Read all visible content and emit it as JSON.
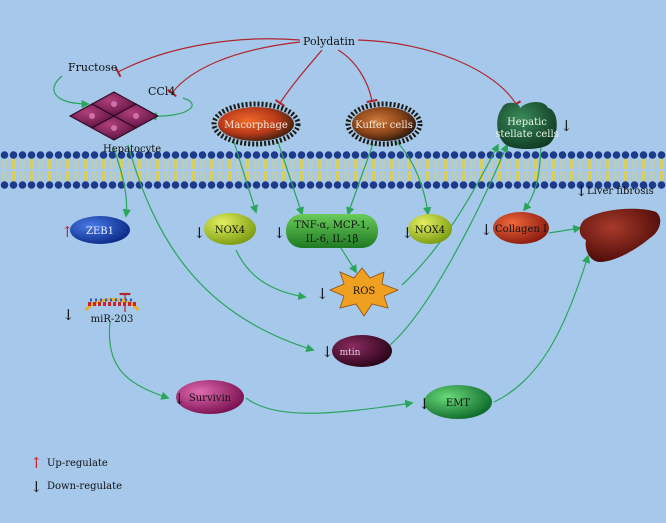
{
  "labels": {
    "polydatin": "Polydatin",
    "fructose": "Fructose",
    "ccl4": "CCl4",
    "hepatocyte": "Hepatocyte",
    "macrophage": "Macorphage",
    "kupffer": "Kuffer cells",
    "hsc_line1": "Hepatic",
    "hsc_line2": "stellate cells",
    "zeb1": "ZEB1",
    "mir203": "miR-203",
    "nox4_left": "NOX4",
    "cytokines_line1": "TNF-α, MCP-1,",
    "cytokines_line2": "IL-6, IL-1β",
    "nox4_right": "NOX4",
    "collagen": "Collagen I",
    "liver_fibrosis": "Liver fibrosis",
    "ros": "ROS",
    "mmp": "mtin",
    "survivin": "Survivin",
    "emt": "EMT"
  },
  "legend": {
    "up": "Up-regulate",
    "down": "Down-regulate"
  },
  "arrow_glyphs": {
    "up": "↑",
    "down": "↓"
  },
  "colors": {
    "background": "#a6c8ea",
    "inhibit_line": "#b0262d",
    "activate_line": "#2aa55c",
    "up_arrow": "#d0202a",
    "down_arrow": "#111111",
    "hepatocyte": "#7a1f5a",
    "macrophage": "#b83a1a",
    "kupffer": "#8a4418",
    "hsc": "#1d5a38",
    "zeb1": "#1a4ab8",
    "nox4": "#a8c41a",
    "cytokine": "#2e9a32",
    "collagen": "#c8361e",
    "liver": "#7a1a14",
    "ros": "#f0a020",
    "mmp": "#4a0a30",
    "survivin": "#b02a7a",
    "emt": "#1e9a4a"
  }
}
